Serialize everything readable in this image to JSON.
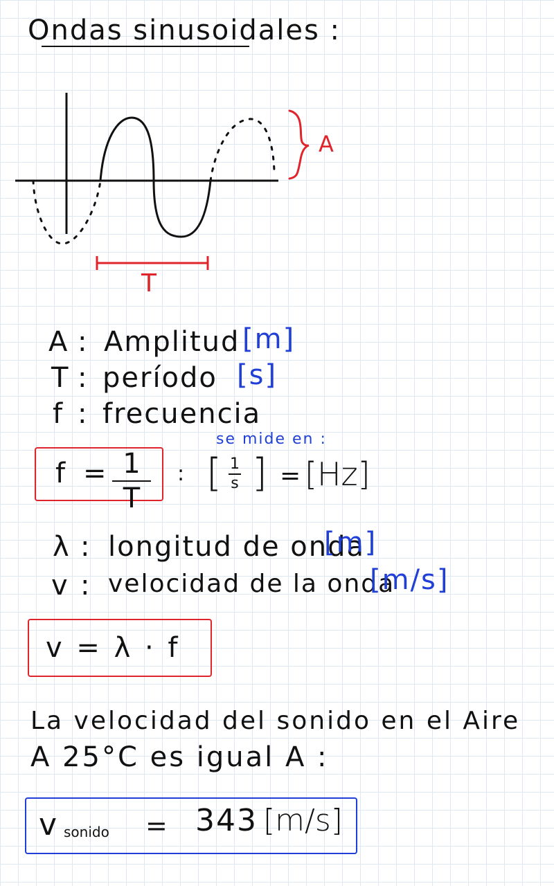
{
  "title": "Ondas sinusoidales :",
  "graph": {
    "amplitude_label": "A",
    "period_label": "T"
  },
  "definitions": {
    "amplitude": {
      "symbol": "A",
      "sep": ":",
      "name": "Amplitud",
      "unit": "[m]"
    },
    "period": {
      "symbol": "T",
      "sep": ":",
      "name": "período",
      "unit": "[s]"
    },
    "frequency": {
      "symbol": "f",
      "sep": ":",
      "name": "frecuencia"
    }
  },
  "measured_in_note": "se mide en :",
  "formula_frequency": {
    "lhs": "f",
    "equals": "=",
    "numerator": "1",
    "denominator": "T",
    "colon": ":",
    "unit_left_bracket": "[",
    "unit_num": "1",
    "unit_den": "s",
    "unit_right_bracket": "]",
    "unit_equals": "=",
    "unit_hz": "[Hz]"
  },
  "definitions2": {
    "wavelength": {
      "symbol": "λ",
      "sep": ":",
      "name": "longitud de onda",
      "unit": "[m]"
    },
    "velocity": {
      "symbol": "v",
      "sep": ":",
      "name": "velocidad de la onda",
      "unit": "[m/s]"
    }
  },
  "formula_velocity": "v = λ · f",
  "sound_sentence_line1": "La velocidad del sonido en el Aire",
  "sound_sentence_line2": "A 25°C es igual A :",
  "formula_sound": {
    "symbol": "v",
    "subscript": "sonido",
    "equals": "=",
    "value": "343",
    "unit": "[m/s]"
  },
  "colors": {
    "ink": "#111111",
    "red": "#e0242b",
    "blue": "#1f3fd6",
    "grid": "#dfe8f2"
  }
}
